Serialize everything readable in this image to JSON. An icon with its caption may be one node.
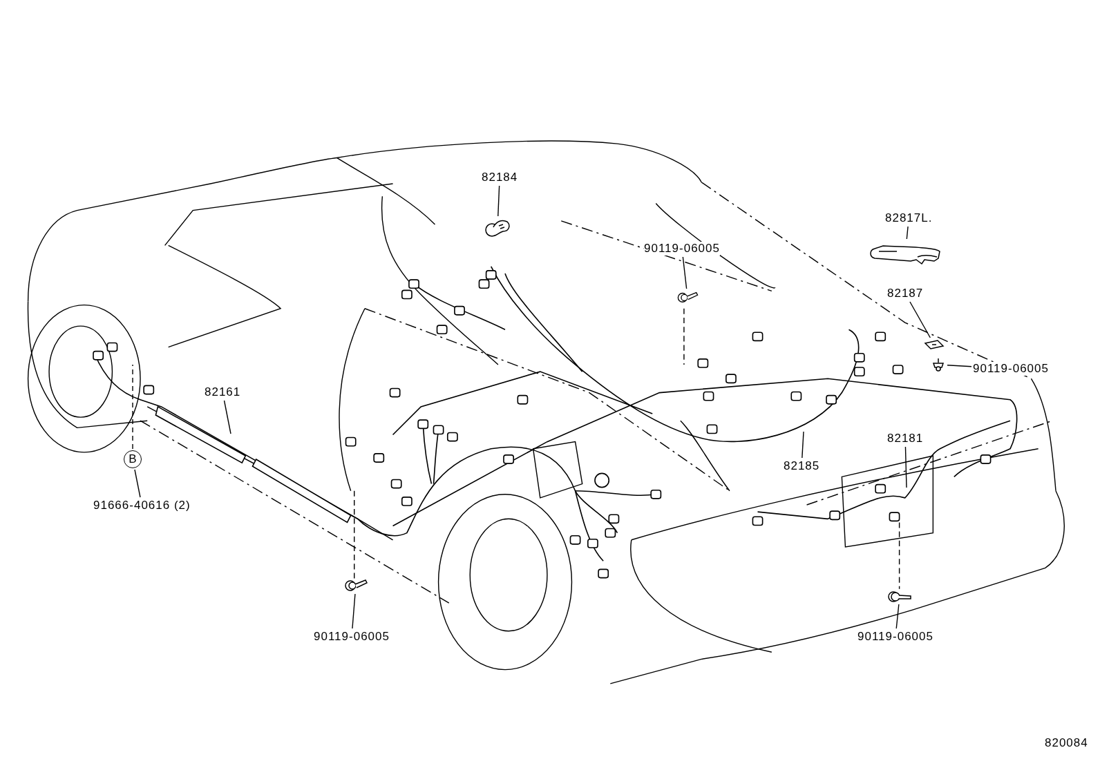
{
  "diagram": {
    "nodes": [
      {
        "text": [
          "82184"
        ]
      },
      {
        "text": [],
        "shape": "picture"
      },
      {
        "text": [
          "82817L."
        ]
      },
      {
        "text": [],
        "shape": "picture"
      },
      {
        "text": [
          "90119-06005"
        ]
      },
      {
        "text": [],
        "shape": "picture"
      },
      {
        "text": [
          "82187"
        ]
      },
      {
        "text": [],
        "shape": "picture"
      },
      {
        "text": [
          "90119-06005"
        ]
      },
      {
        "text": [],
        "shape": "picture"
      },
      {
        "text": [
          "82161"
        ]
      },
      {
        "text": [
          "82185"
        ]
      },
      {
        "text": [
          "82181"
        ]
      },
      {
        "text": [
          "B"
        ]
      },
      {
        "text": [
          "91666-40616 (2)"
        ]
      },
      {
        "text": [
          "90119-06005"
        ]
      },
      {
        "text": [],
        "shape": "picture"
      },
      {
        "text": [
          "90119-06005"
        ]
      },
      {
        "text": [],
        "shape": "picture"
      }
    ],
    "edges": [
      {
        "from": 0,
        "to": 1,
        "arrow": "none"
      },
      {
        "from": 2,
        "to": 3,
        "arrow": "none"
      },
      {
        "from": 4,
        "to": 5,
        "arrow": "none"
      },
      {
        "from": 6,
        "to": 7,
        "arrow": "none"
      },
      {
        "from": 8,
        "to": 9,
        "arrow": "none"
      },
      {
        "from": 10,
        "to": null,
        "arrow": "none"
      },
      {
        "from": 11,
        "to": null,
        "arrow": "none"
      },
      {
        "from": 12,
        "to": null,
        "arrow": "none"
      },
      {
        "from": 14,
        "to": 13,
        "arrow": "none"
      },
      {
        "from": 13,
        "to": null,
        "arrow": "none",
        "style": "dashed"
      },
      {
        "from": 15,
        "to": 16,
        "arrow": "none"
      },
      {
        "from": 17,
        "to": 18,
        "arrow": "none"
      }
    ],
    "labels": [
      "820084"
    ]
  }
}
